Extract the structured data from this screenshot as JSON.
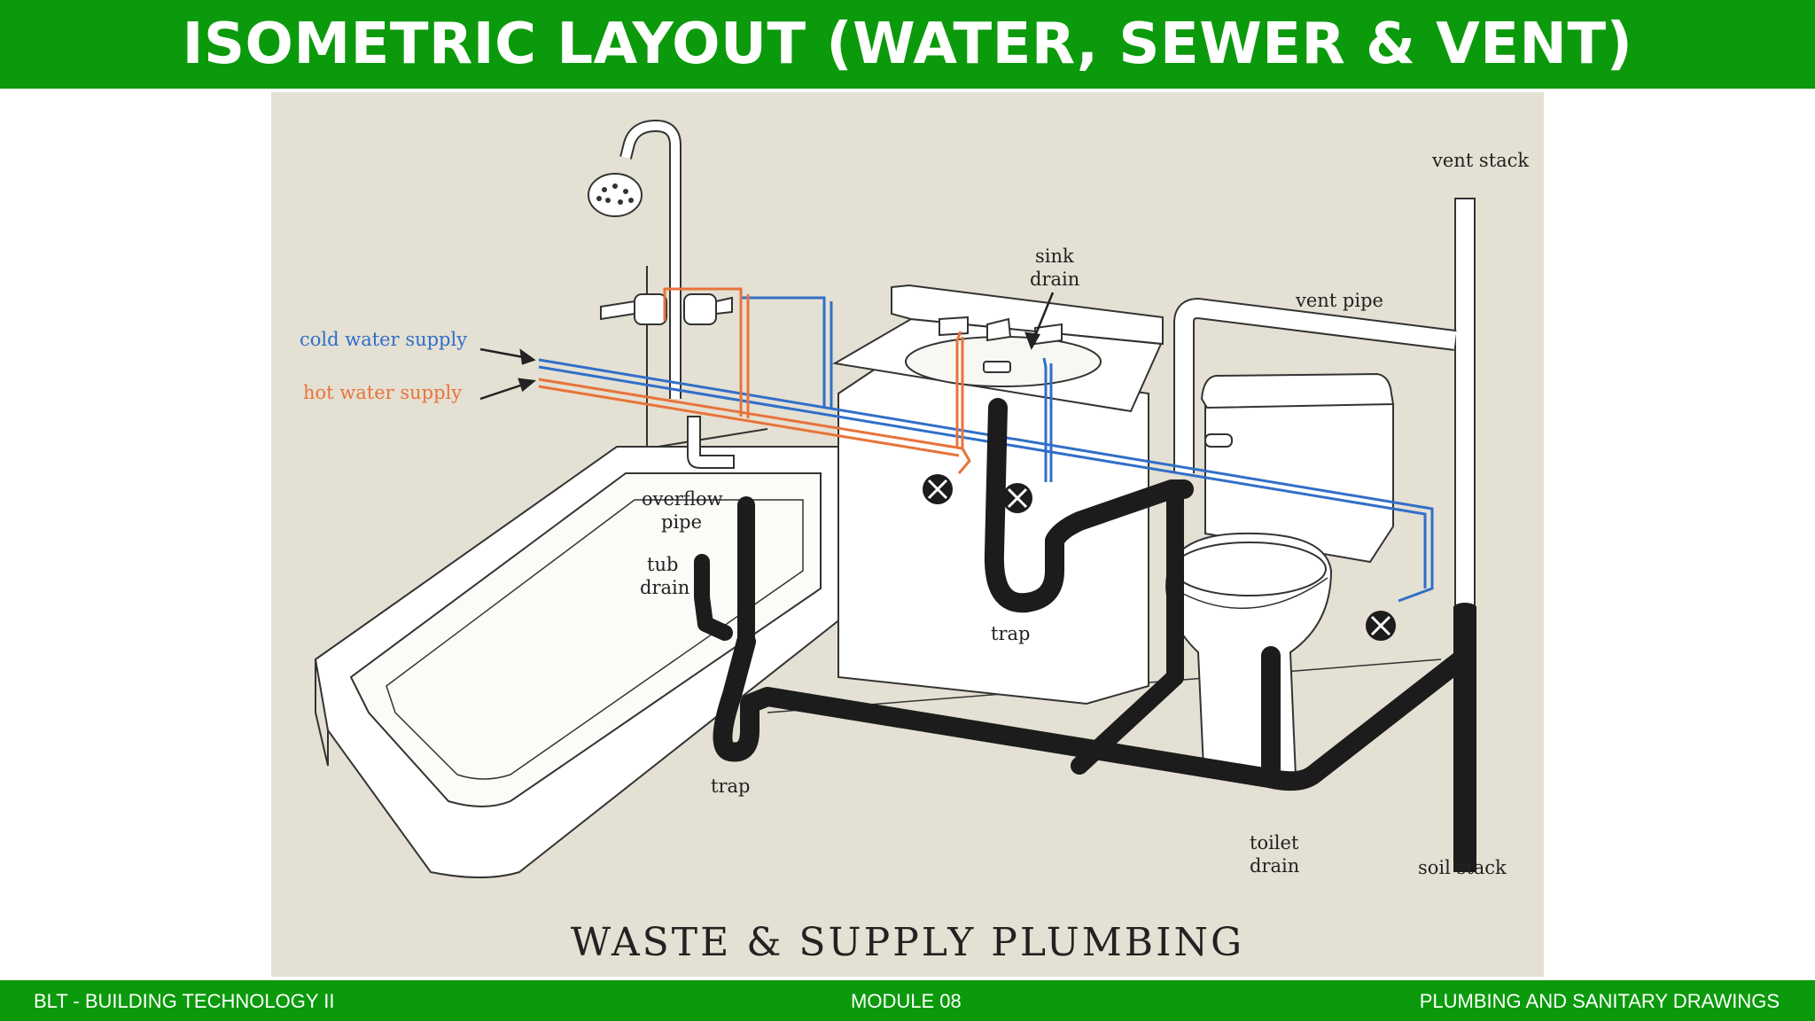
{
  "header": {
    "title": "ISOMETRIC LAYOUT (WATER, SEWER & VENT)"
  },
  "diagram": {
    "labels": {
      "cold_water_supply": "cold water supply",
      "hot_water_supply": "hot water supply",
      "sink_drain_1": "sink",
      "sink_drain_2": "drain",
      "vent_stack": "vent stack",
      "vent_pipe": "vent pipe",
      "overflow_pipe_1": "overflow",
      "overflow_pipe_2": "pipe",
      "tub_drain_1": "tub",
      "tub_drain_2": "drain",
      "sink_trap": "trap",
      "tub_trap": "trap",
      "toilet_drain_1": "toilet",
      "toilet_drain_2": "drain",
      "soil_stack": "soil stack"
    },
    "caption": "WASTE & SUPPLY PLUMBING",
    "colors": {
      "cold": "#2f6fc9",
      "hot": "#e8733a",
      "drain": "#1c1c1c",
      "background": "#e4e0d3",
      "banner": "#0b9a0b"
    }
  },
  "footer": {
    "left": "BLT  - BUILDING TECHNOLOGY II",
    "center": "MODULE 08",
    "right": "PLUMBING AND SANITARY DRAWINGS"
  }
}
